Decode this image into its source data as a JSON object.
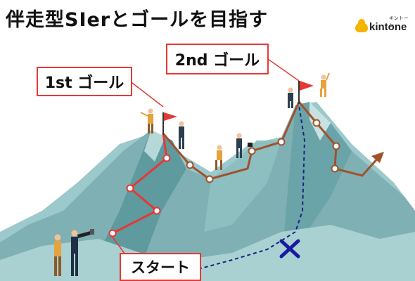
{
  "title": "伴走型SIerとゴールを目指す",
  "brand": {
    "name": "kintone",
    "kana": "キントーン",
    "accent_color": "#f6b300"
  },
  "labels": {
    "first_goal": "1st ゴール",
    "second_goal": "2nd ゴール",
    "start": "スタート"
  },
  "colors": {
    "label_border": "#e53935",
    "route_1st": "#e53935",
    "route_2nd": "#a0522d",
    "alt_route": "#1a237e",
    "cross_mark": "#1a1aa0",
    "mountain": "#7fb8bb"
  },
  "icons": [
    "flag-icon",
    "cross-mark-icon",
    "telescope-icon"
  ]
}
